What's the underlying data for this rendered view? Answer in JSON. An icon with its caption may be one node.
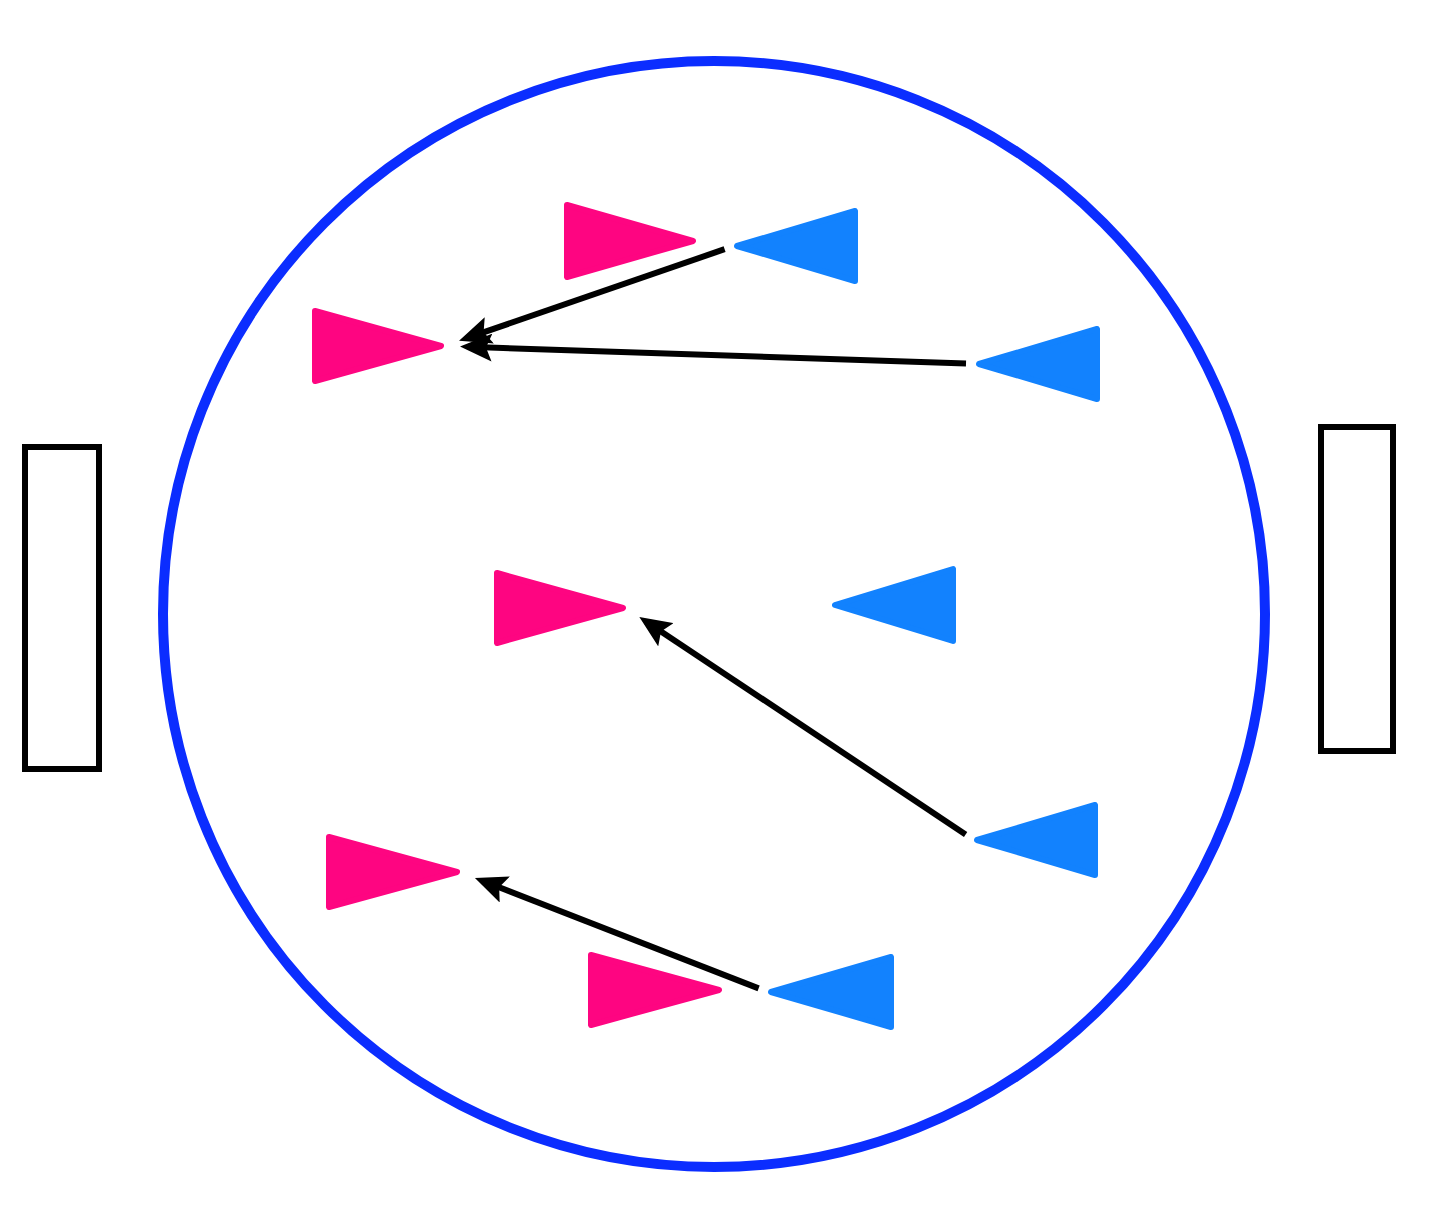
{
  "diagram": {
    "nodes": [
      {
        "text": [],
        "shape": "box"
      },
      {
        "text": [],
        "shape": "circle"
      },
      {
        "text": [],
        "shape": "triangle",
        "in": 1
      },
      {
        "text": [],
        "shape": "triangle",
        "in": 1
      },
      {
        "text": [],
        "shape": "triangle",
        "in": 1
      },
      {
        "text": [],
        "shape": "triangle",
        "in": 1
      },
      {
        "text": [],
        "shape": "triangle",
        "in": 1
      },
      {
        "text": [],
        "shape": "triangle",
        "in": 1
      },
      {
        "text": [],
        "shape": "triangle",
        "in": 1
      },
      {
        "text": [],
        "shape": "triangle",
        "in": 1
      },
      {
        "text": [],
        "shape": "triangle",
        "in": 1
      },
      {
        "text": [],
        "shape": "triangle",
        "in": 1
      },
      {
        "text": [],
        "shape": "box"
      }
    ],
    "edges": [
      {
        "from": 3,
        "to": 4,
        "arrow": "to"
      },
      {
        "from": 5,
        "to": 4,
        "arrow": "to"
      },
      {
        "from": 9,
        "to": 6,
        "arrow": "to"
      },
      {
        "from": 11,
        "to": 8,
        "arrow": "to"
      }
    ]
  }
}
